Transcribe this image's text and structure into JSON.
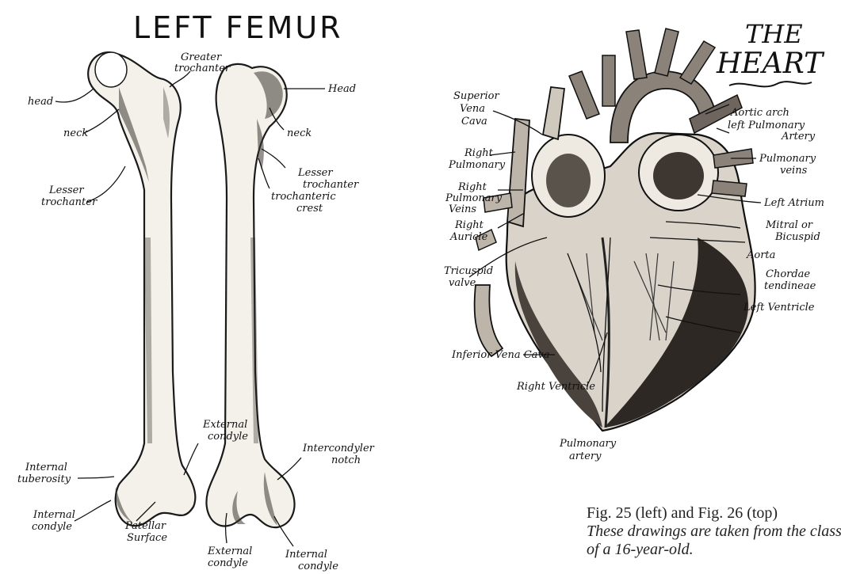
{
  "femur": {
    "title": "LEFT FEMUR",
    "labels": {
      "head_left": "head",
      "greater_trochanter_1": "Greater",
      "greater_trochanter_2": "trochanter",
      "head_right": "Head",
      "neck_left": "neck",
      "neck_right": "neck",
      "lesser_trochanter_left_1": "Lesser",
      "lesser_trochanter_left_2": "trochanter",
      "lesser_trochanter_right_1": "Lesser",
      "lesser_trochanter_right_2": "trochanter",
      "trochanteric_crest_1": "trochanteric",
      "trochanteric_crest_2": "crest",
      "external_condyle_top_1": "External",
      "external_condyle_top_2": "condyle",
      "intercondyler_notch_1": "Intercondyler",
      "intercondyler_notch_2": "notch",
      "internal_tuberosity_1": "Internal",
      "internal_tuberosity_2": "tuberosity",
      "internal_condyle_left_1": "Internal",
      "internal_condyle_left_2": "condyle",
      "patellar_surface_1": "Patellar",
      "patellar_surface_2": "Surface",
      "external_condyle_bottom_1": "External",
      "external_condyle_bottom_2": "condyle",
      "internal_condyle_right_1": "Internal",
      "internal_condyle_right_2": "condyle"
    }
  },
  "heart": {
    "title_line1": "THE",
    "title_line2": "HEART",
    "labels": {
      "superior_vena_cava_1": "Superior",
      "superior_vena_cava_2": "Vena",
      "superior_vena_cava_3": "Cava",
      "right_pulmonary_artery_1": "Right",
      "right_pulmonary_artery_2": "Pulmonary",
      "right_pulmonary_veins_1": "Right",
      "right_pulmonary_veins_2": "Pulmonary",
      "right_pulmonary_veins_3": "Veins",
      "right_auricle_1": "Right",
      "right_auricle_2": "Auricle",
      "tricuspid_valve_1": "Tricuspid",
      "tricuspid_valve_2": "valve",
      "inferior_vena_cava": "Inferior Vena Cava",
      "right_ventricle": "Right Ventricle",
      "pulmonary_artery_1": "Pulmonary",
      "pulmonary_artery_2": "artery",
      "aortic_arch": "Aortic arch",
      "left_pulmonary_artery_1": "left Pulmonary",
      "left_pulmonary_artery_2": "Artery",
      "pulmonary_veins_1": "Pulmonary",
      "pulmonary_veins_2": "veins",
      "left_atrium": "Left Atrium",
      "mitral_1": "Mitral or",
      "mitral_2": "Bicuspid",
      "aorta": "Aorta",
      "chordae_1": "Chordae",
      "chordae_2": "tendineae",
      "left_ventricle": "Left Ventricle"
    }
  },
  "caption": {
    "line1": "Fig. 25 (left) and Fig. 26 (top)",
    "line2": "These drawings are taken from the classwork",
    "line3": "of a 16-year-old."
  }
}
